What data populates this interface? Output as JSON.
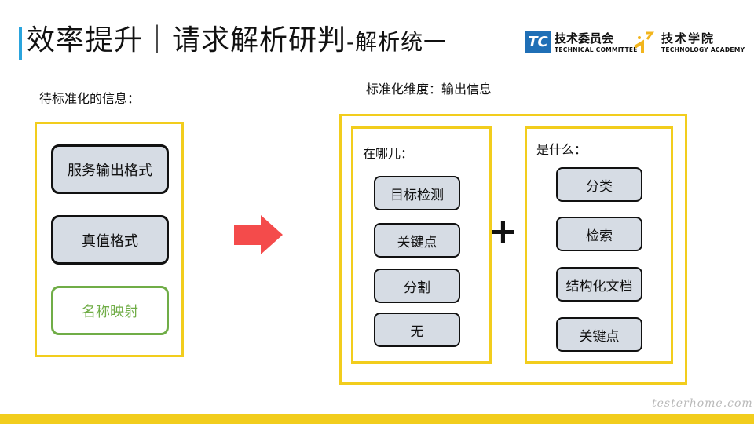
{
  "title": {
    "main": "效率提升｜请求解析研判",
    "sub": "-解析统一"
  },
  "logos": {
    "committee": {
      "mark": "TC",
      "cn": "技术委员会",
      "en": "TECHNICAL COMMITTEE"
    },
    "academy": {
      "cn": "技术学院",
      "en": "TECHNOLOGY ACADEMY"
    }
  },
  "left": {
    "heading": "待标准化的信息：",
    "items": [
      "服务输出格式",
      "真值格式",
      "名称映射"
    ]
  },
  "right": {
    "heading": "标准化维度：输出信息",
    "where": {
      "heading": "在哪儿：",
      "items": [
        "目标检测",
        "关键点",
        "分割",
        "无"
      ]
    },
    "what": {
      "heading": "是什么：",
      "items": [
        "分类",
        "检索",
        "结构化文档",
        "关键点"
      ]
    },
    "operator": "+"
  },
  "watermark": "testerhome.com",
  "colors": {
    "accent_yellow": "#f2cd1d",
    "accent_green": "#70ad47",
    "arrow_red": "#f44b4b",
    "pill_fill": "#d6dce4",
    "title_bar_blue": "#2aa4dd"
  }
}
